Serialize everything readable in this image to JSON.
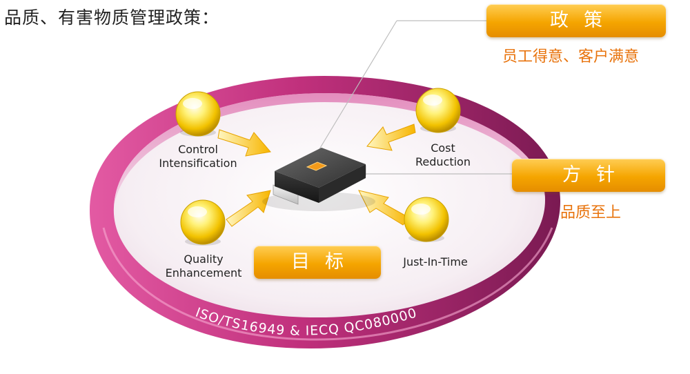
{
  "header": {
    "title": "品质、有害物质管理政策："
  },
  "policy": {
    "label": "政策",
    "caption": "员工得意、客户满意"
  },
  "guideline": {
    "label": "方针",
    "caption": "品质至上"
  },
  "goal": {
    "label": "目标"
  },
  "ring": {
    "text": "ISO/TS16949 & IECQ QC080000",
    "color": "#c23a86"
  },
  "nodes": {
    "control": {
      "line1": "Control",
      "line2": "Intensification"
    },
    "cost": {
      "line1": "Cost",
      "line2": "Reduction"
    },
    "quality": {
      "line1": "Quality",
      "line2": "Enhancement"
    },
    "jit": {
      "line1": "Just-In-Time"
    }
  },
  "colors": {
    "accent": "#f5a500",
    "caption": "#e8730c",
    "ring": "#c23a86"
  },
  "icons": {
    "node": "yellow-orb-icon",
    "arrow": "arrow-icon",
    "chip": "smd-chip-icon"
  }
}
